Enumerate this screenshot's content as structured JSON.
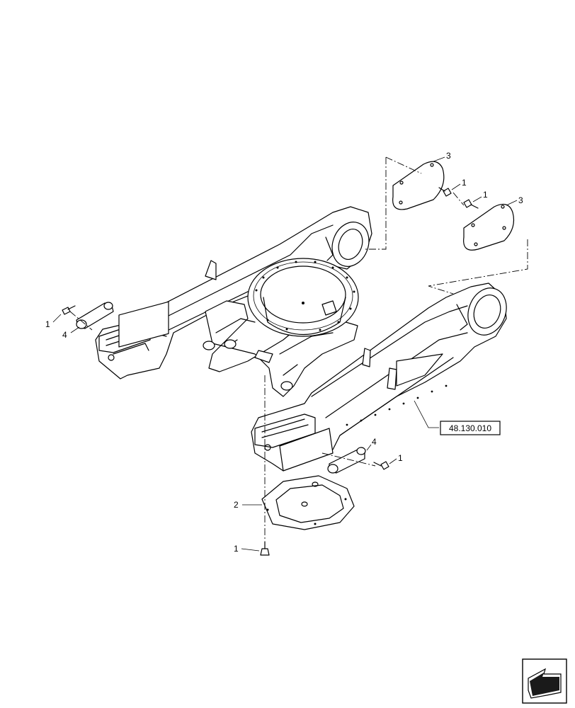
{
  "callouts": {
    "c1": "3",
    "c2": "1",
    "c3": "1",
    "c4": "3",
    "c5": "1",
    "c6": "4",
    "c7": "4",
    "c8": "1",
    "c9": "2",
    "c10": "1"
  },
  "reference": {
    "label": "48.130.010"
  },
  "icons": {
    "navigation": "arrow-navigation-icon"
  }
}
